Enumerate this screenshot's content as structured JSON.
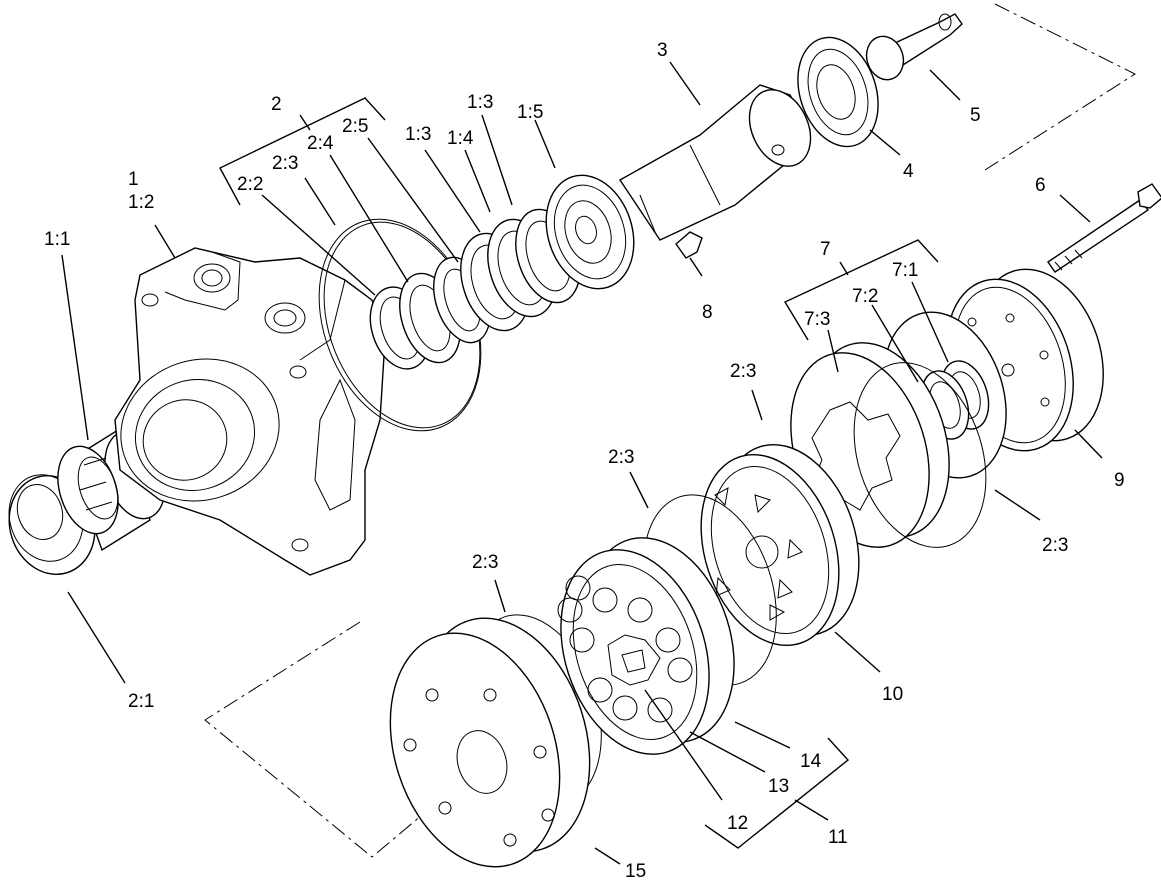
{
  "diagram": {
    "ink_color": "#000000",
    "background_color": "#ffffff",
    "callouts": [
      {
        "id": "c-1",
        "text": "1"
      },
      {
        "id": "c-1-2",
        "text": "1:2"
      },
      {
        "id": "c-1-1",
        "text": "1:1"
      },
      {
        "id": "c-2",
        "text": "2"
      },
      {
        "id": "c-2-2",
        "text": "2:2"
      },
      {
        "id": "c-2-3a",
        "text": "2:3"
      },
      {
        "id": "c-2-4",
        "text": "2:4"
      },
      {
        "id": "c-2-5",
        "text": "2:5"
      },
      {
        "id": "c-1-3a",
        "text": "1:3"
      },
      {
        "id": "c-1-4",
        "text": "1:4"
      },
      {
        "id": "c-1-3b",
        "text": "1:3"
      },
      {
        "id": "c-1-5",
        "text": "1:5"
      },
      {
        "id": "c-3",
        "text": "3"
      },
      {
        "id": "c-4",
        "text": "4"
      },
      {
        "id": "c-5",
        "text": "5"
      },
      {
        "id": "c-6",
        "text": "6"
      },
      {
        "id": "c-7",
        "text": "7"
      },
      {
        "id": "c-7-1",
        "text": "7:1"
      },
      {
        "id": "c-7-2",
        "text": "7:2"
      },
      {
        "id": "c-7-3",
        "text": "7:3"
      },
      {
        "id": "c-8",
        "text": "8"
      },
      {
        "id": "c-9",
        "text": "9"
      },
      {
        "id": "c-2-3b",
        "text": "2:3"
      },
      {
        "id": "c-2-3c",
        "text": "2:3"
      },
      {
        "id": "c-2-3d",
        "text": "2:3"
      },
      {
        "id": "c-2-3e",
        "text": "2:3"
      },
      {
        "id": "c-10",
        "text": "10"
      },
      {
        "id": "c-2-1",
        "text": "2:1"
      },
      {
        "id": "c-11",
        "text": "11"
      },
      {
        "id": "c-12",
        "text": "12"
      },
      {
        "id": "c-13",
        "text": "13"
      },
      {
        "id": "c-14",
        "text": "14"
      },
      {
        "id": "c-15",
        "text": "15"
      }
    ]
  }
}
